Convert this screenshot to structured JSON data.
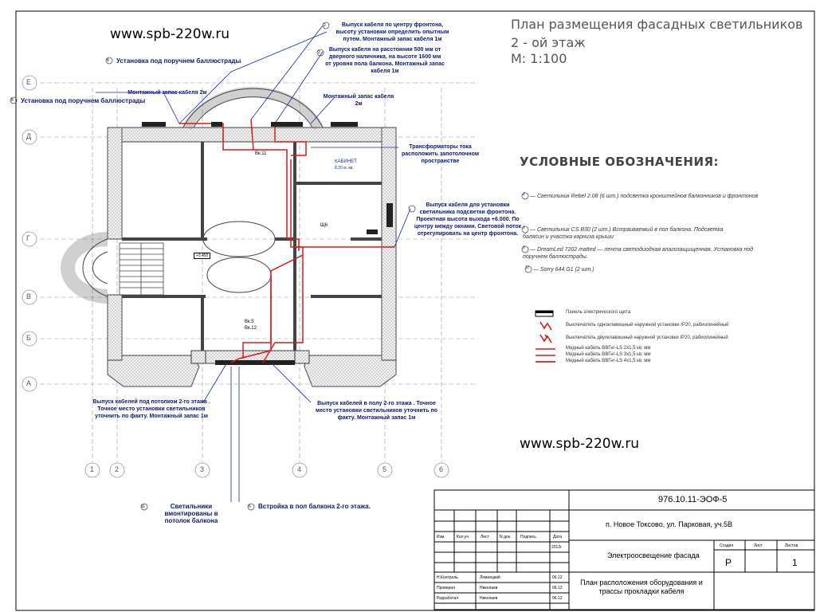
{
  "header": {
    "site_top": "www.spb-220w.ru",
    "site_mid": "www.spb-220w.ru",
    "title_line1": "План размещения фасадных светильников",
    "title_line2": "2 - ой этаж",
    "title_line3": "М: 1:100"
  },
  "legend": {
    "heading": "УСЛОВНЫЕ ОБОЗНАЧЕНИЯ:",
    "items": [
      {
        "num": "2",
        "text": "— Светильник Rebel 2.08 (6 шт.) подсветка кронштейнов балконников и фронтонов"
      },
      {
        "num": "6",
        "text": "— Светильник CS.B30 (2 шт.) Встраиваемый в пол балкона. Подсветка балясин и участка карниза крыши"
      },
      {
        "num": "8",
        "text": "— DreamLed 7202 matted — лента светодиодная влагозащищенная. Установка под поручнем баллюстрады."
      },
      {
        "num": "11",
        "text": "— Sorry 644.G1 (2 шт.)"
      }
    ],
    "symbols": [
      "Панель электрического щита",
      "Выключатель одноклавишный наружной установки IP20, рабиолинейный",
      "Выключатель двухклавишный наружной установки IP20, рабиолинейный",
      "Медный кабель ВВГнг-LS 2х1,5 кв. мм",
      "Медный кабель ВВГнг-LS 3х1,5 кв. мм",
      "Медный кабель ВВГнг-LS 4х1,5 кв. мм"
    ]
  },
  "notes": {
    "n1": "Выпуск кабеля по центру фронтона, высоту установки определить опытным путем. Монтажный запас кабеля 1м",
    "n2": "Выпуск кабеля на расстоянии 500 мм от дверного наличника, на высоте 1600 мм от уровня пола балкона. Монтажный запас кабеля 1м",
    "n3": "Установка под поручнем баллюстрады",
    "n4": "Установка под поручнем баллюстрады",
    "n5": "Монтажный запас кабеля 2м",
    "n6": "Монтажный запас кабеля 2м",
    "n7": "Трансформаторы тока расположить запотолочном пространстве",
    "n8": "Выпуск кабеля для установки светильника подсветки фронтона. Проектная высота выхода +6.000. По центру между окнами. Световой поток отрегулировать на центр фронтона.",
    "n9": "Выпуск кабелей под потолком 2-го этажа . Точное место установки светильников уточнить по факту. Монтажный запас 1м",
    "n10": "Выпуск кабелей в полу 2-го этажа . Точное место установки светильников уточнить по факту. Монтажный запас 1м",
    "n11": "Светильники вмонтированы в потолок балкона",
    "n12": "Встройка в пол балкона 2-го этажа.",
    "num1": "2",
    "num2": "2",
    "num3": "8",
    "num4": "8",
    "num5": "11",
    "num6": "6",
    "room_name": "КАБИНЕТ",
    "room_area": "8.20 м. кв.",
    "level": "+3.450",
    "tag1": "Вк.11",
    "tag2": "Вк.5",
    "tag3": "Вк.12",
    "tag4": "Щ6"
  },
  "axes": {
    "rows": [
      "Е",
      "Д",
      "Г",
      "В",
      "Б",
      "А"
    ],
    "cols": [
      "1",
      "2",
      "3",
      "4",
      "5",
      "6"
    ]
  },
  "titleblock": {
    "code": "976.10.11-ЭОФ-5",
    "address": "п. Новое Токсово, ул. Парковая, уч.5В",
    "section": "Электроосвещение фасада",
    "sheet_title": "План расположения оборудования и трассы прокладки кабеля",
    "col_headers": [
      "Изм.",
      "Кол.уч",
      "Лист",
      "N док.",
      "Подпись",
      "Дата"
    ],
    "year": "2012г.",
    "stage_h": "Стадия",
    "sheet_h": "Лист",
    "sheets_h": "Листов",
    "stage": "Р",
    "sheets": "1",
    "rows": [
      {
        "role": "Н.Контроль",
        "name": "Лемнецкий",
        "date": "06.12"
      },
      {
        "role": "Проверил",
        "name": "Николаев",
        "date": "06.12"
      },
      {
        "role": "Разработал",
        "name": "Николаев",
        "date": "06.12"
      }
    ]
  },
  "colors": {
    "cable": "#d81b1b",
    "note": "#0a1a6e",
    "wall": "#555555"
  }
}
